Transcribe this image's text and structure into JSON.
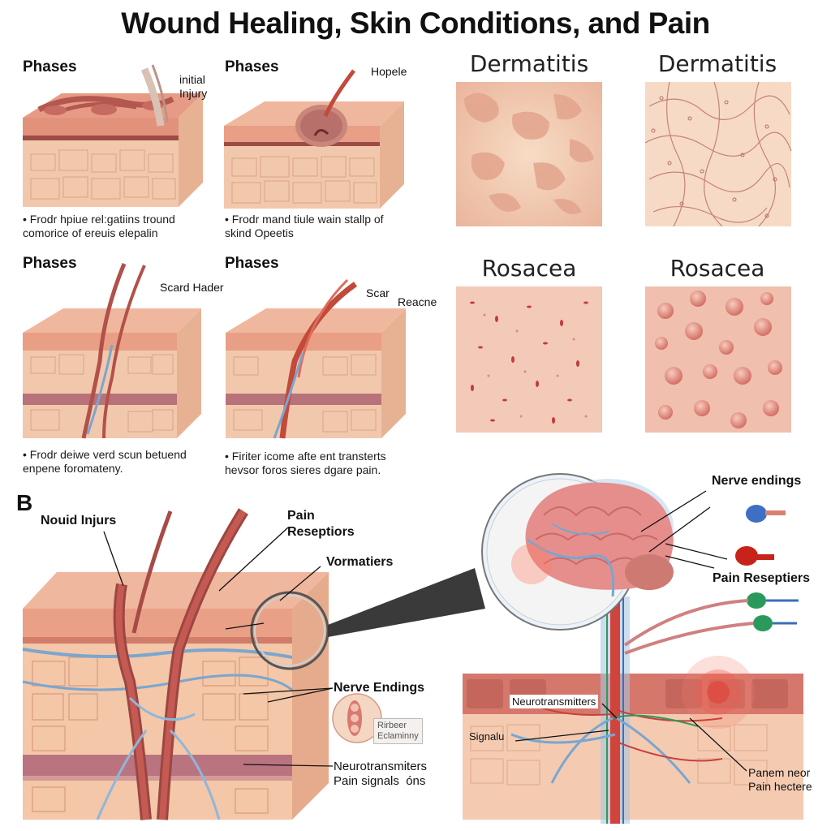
{
  "title": "Wound Healing, Skin Conditions, and Pain",
  "phases": [
    {
      "heading": "Phases",
      "label": "initial\nInjury",
      "caption": "• Frodr hpiue rel:gatiins tround\ncomorice of ereuis elepalin"
    },
    {
      "heading": "Phases",
      "label": "Hopele",
      "caption": "• Frodr mand tiule wain stallp of\nskind Opeetis"
    },
    {
      "heading": "Phases",
      "label": "Scard Hader",
      "caption": "• Frodr deiwe verd scun betuend\nenpene foromateny."
    },
    {
      "heading": "Phases",
      "label": "Scar",
      "label2": "Reacne",
      "caption": "• Firiter icome afte ent transterts\nhevsor foros sieres dgare pain."
    }
  ],
  "conditions": [
    {
      "name": "Dermatitis",
      "style": "blotch"
    },
    {
      "name": "Dermatitis",
      "style": "net"
    },
    {
      "name": "Rosacea",
      "style": "speckle"
    },
    {
      "name": "Rosacea",
      "style": "papule"
    }
  ],
  "panel_b": {
    "letter": "B",
    "labels": {
      "wound_injury": "Nouid Injurs",
      "pain_receptors": "Pain\nReseptiors",
      "vormatiers": "Vormatiers",
      "nerve_endings": "Nerve Endings",
      "inset_tag": "Rirbeer\nEclaminny",
      "neurotransmitters": "Neurotransmiters\nPain signals  óns"
    }
  },
  "panel_c": {
    "labels": {
      "nerve_endings": "Nerve endings",
      "pain_receptors": "Pain Reseptiers",
      "neurotransmitters": "Neurotransmitters",
      "signal": "Signalu",
      "bottom_right": "Panem neor\nPain hectere"
    }
  },
  "colors": {
    "skin_top": "#e9a58e",
    "skin_mid": "#f1c2a6",
    "dermis": "#f6d2b8",
    "deep": "#c97b7b",
    "vessel_red": "#c8403c",
    "nerve_blue": "#7aa6cf",
    "brain": "#e58e8c"
  }
}
